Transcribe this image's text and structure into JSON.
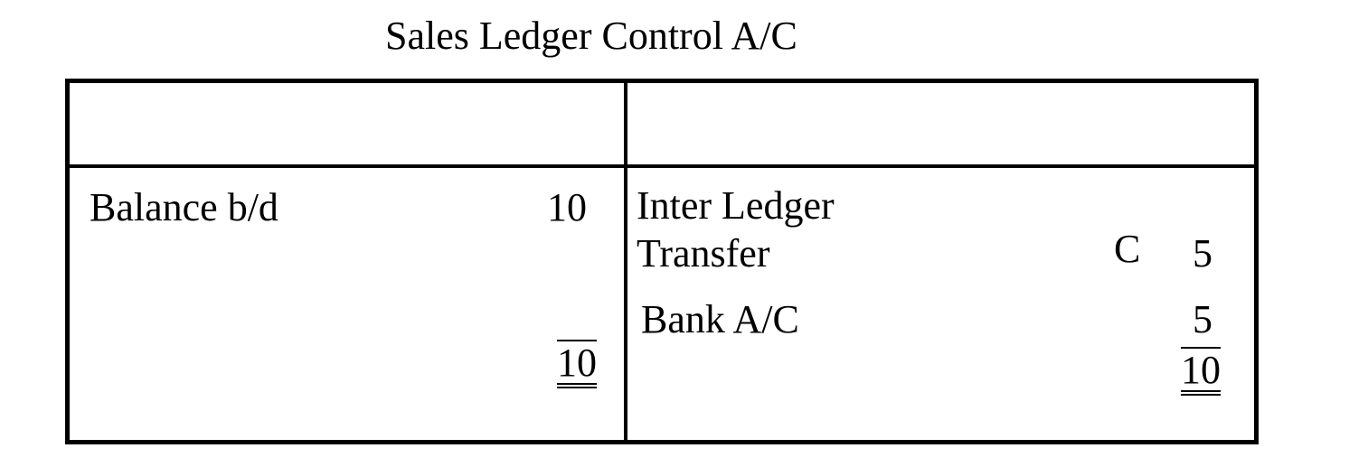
{
  "title": "Sales Ledger Control A/C",
  "debit": {
    "entries": [
      {
        "description": "Balance b/d",
        "amount": "10"
      }
    ],
    "total": "10"
  },
  "credit": {
    "entries": [
      {
        "description_line1": "Inter Ledger",
        "description_line2": "Transfer",
        "ref": "C",
        "amount": "5"
      },
      {
        "description": "Bank A/C",
        "amount": "5"
      }
    ],
    "total": "10"
  }
}
